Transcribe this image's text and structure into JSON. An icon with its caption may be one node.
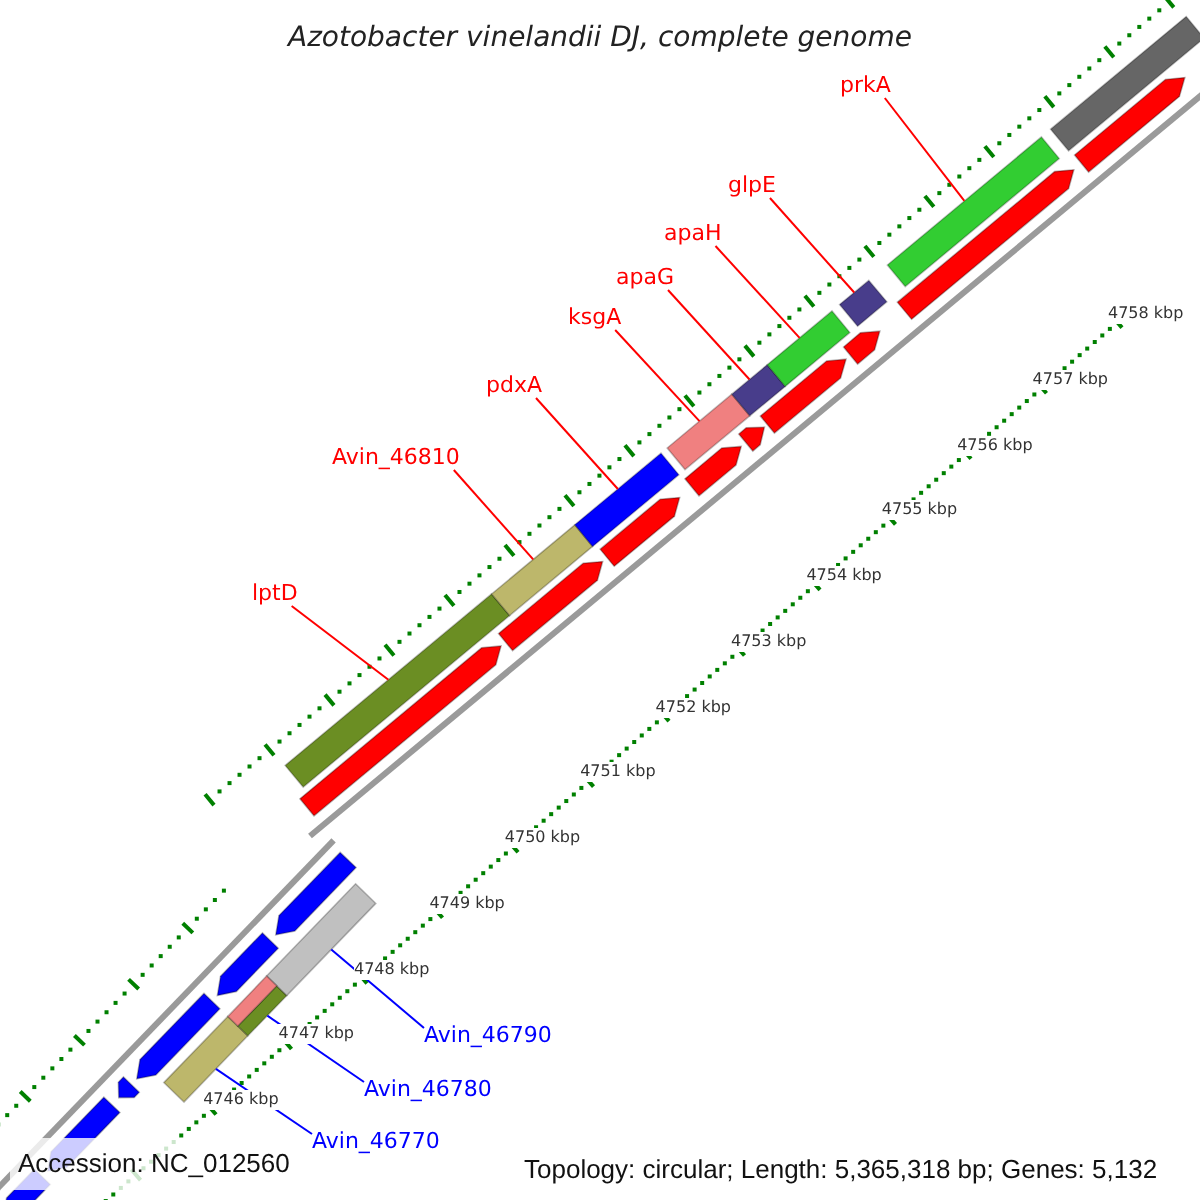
{
  "diagram": {
    "title": "Azotobacter vinelandii DJ, complete genome",
    "nodes": [
      {
        "text": [
          "prkA"
        ]
      },
      {
        "text": [
          "glpE"
        ]
      },
      {
        "text": [
          "apaH"
        ]
      },
      {
        "text": [
          "apaG"
        ]
      },
      {
        "text": [
          "ksgA"
        ]
      },
      {
        "text": [
          "pdxA"
        ]
      },
      {
        "text": [
          "Avin_46810"
        ]
      },
      {
        "text": [
          "lptD"
        ]
      },
      {
        "text": [
          "Avin_46790"
        ]
      },
      {
        "text": [
          "Avin_46780"
        ]
      },
      {
        "text": [
          "Avin_46770"
        ]
      },
      {
        "text": [],
        "shape": "bar"
      },
      {
        "text": [],
        "shape": "bar"
      },
      {
        "text": [],
        "shape": "bar"
      },
      {
        "text": [],
        "shape": "bar"
      },
      {
        "text": [],
        "shape": "bar"
      },
      {
        "text": [],
        "shape": "bar"
      },
      {
        "text": [],
        "shape": "bar"
      },
      {
        "text": [],
        "shape": "bar"
      },
      {
        "text": [],
        "shape": "bar"
      },
      {
        "text": [],
        "shape": "bar"
      },
      {
        "text": [],
        "shape": "bar"
      },
      {
        "text": [],
        "shape": "arrow"
      },
      {
        "text": [],
        "shape": "arrow"
      },
      {
        "text": [],
        "shape": "arrow"
      },
      {
        "text": [],
        "shape": "arrow"
      },
      {
        "text": [],
        "shape": "arrow"
      },
      {
        "text": [],
        "shape": "arrow"
      },
      {
        "text": [],
        "shape": "arrow"
      },
      {
        "text": [],
        "shape": "arrow"
      },
      {
        "text": [],
        "shape": "arrow"
      },
      {
        "text": [],
        "shape": "bar"
      },
      {
        "text": [],
        "shape": "arrow"
      },
      {
        "text": [],
        "shape": "arrow"
      },
      {
        "text": [],
        "shape": "arrow"
      },
      {
        "text": [],
        "shape": "arrow"
      },
      {
        "text": [],
        "shape": "arrow"
      },
      {
        "text": [],
        "shape": "arrow"
      },
      {
        "text": [],
        "shape": "bar"
      }
    ],
    "edges": [
      {
        "from": 0,
        "to": 18,
        "arrow": "none"
      },
      {
        "from": 1,
        "to": 17,
        "arrow": "none"
      },
      {
        "from": 2,
        "to": 16,
        "arrow": "none"
      },
      {
        "from": 3,
        "to": 15,
        "arrow": "none"
      },
      {
        "from": 4,
        "to": 14,
        "arrow": "none"
      },
      {
        "from": 5,
        "to": 13,
        "arrow": "none"
      },
      {
        "from": 6,
        "to": 12,
        "arrow": "none"
      },
      {
        "from": 7,
        "to": 11,
        "arrow": "none"
      },
      {
        "from": 8,
        "to": 21,
        "arrow": "none",
        "color": "#0000ff"
      },
      {
        "from": 9,
        "to": 20,
        "arrow": "none",
        "color": "#0000ff"
      },
      {
        "from": 10,
        "to": 19,
        "arrow": "none",
        "color": "#0000ff"
      }
    ],
    "labels": [
      "4758 kbp",
      "4757 kbp",
      "4756 kbp",
      "4755 kbp",
      "4754 kbp",
      "4753 kbp",
      "4752 kbp",
      "4751 kbp",
      "4750 kbp",
      "4749 kbp",
      "4748 kbp",
      "4747 kbp",
      "4746 kbp",
      "Accession: NC_012560",
      "Topology: circular; Length: 5,365,318 bp; Genes: 5,132"
    ]
  }
}
